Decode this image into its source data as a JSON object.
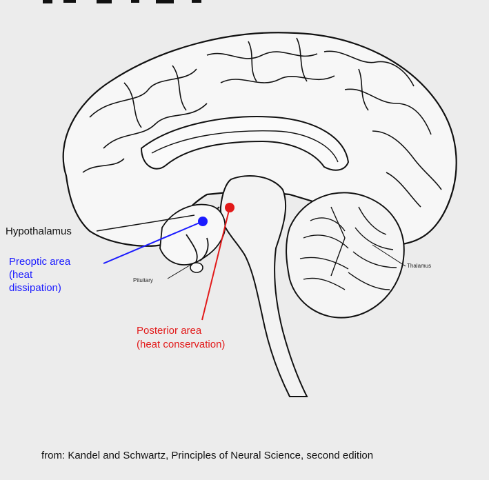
{
  "diagram": {
    "labels": {
      "hypothalamus": "Hypothalamus",
      "preoptic": "Preoptic area\n(heat\ndissipation)",
      "pituitary": "Pituitary",
      "thalamus": "Thalamus",
      "posterior": "Posterior area\n(heat conservation)"
    },
    "colors": {
      "preoptic": "#1a1aff",
      "posterior": "#e21a1a",
      "ink": "#111111",
      "background": "#ececec"
    },
    "source": "from: Kandel and Schwartz, Principles of Neural Science, second edition"
  }
}
